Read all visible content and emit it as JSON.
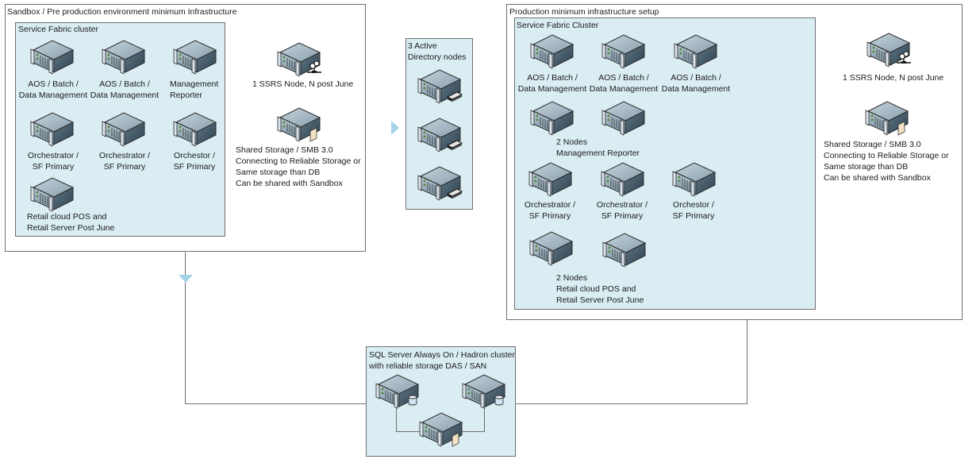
{
  "sandbox": {
    "title": "Sandbox / Pre production environment minimum Infrastructure",
    "cluster_title": "Service Fabric cluster",
    "nodes": [
      {
        "line1": "AOS / Batch /",
        "line2": "Data Management",
        "icon": "server-icon"
      },
      {
        "line1": "AOS / Batch /",
        "line2": "Data Management",
        "icon": "server-icon"
      },
      {
        "line1": "Management",
        "line2": "Reporter",
        "icon": "server-icon"
      },
      {
        "line1": "Orchestrator /",
        "line2": "SF Primary",
        "icon": "server-icon"
      },
      {
        "line1": "Orchestrator /",
        "line2": "SF Primary",
        "icon": "server-icon"
      },
      {
        "line1": "Orchestor /",
        "line2": "SF Primary",
        "icon": "server-icon"
      },
      {
        "line1": "Retail cloud POS and",
        "line2": "Retail Server Post June",
        "icon": "server-icon"
      }
    ],
    "ssrs": {
      "label": "1 SSRS Node, N post June",
      "icon": "reporting-server-icon"
    },
    "storage": {
      "icon": "storage-server-icon",
      "lines": [
        "Shared Storage / SMB 3.0",
        "Connecting to Reliable Storage or",
        "Same storage than DB",
        "Can be shared with Sandbox"
      ]
    }
  },
  "active_directory": {
    "title_line1": "3 Active",
    "title_line2": "Directory nodes",
    "nodes": [
      "directory-server-icon",
      "directory-server-icon",
      "directory-server-icon"
    ]
  },
  "production": {
    "title": "Production minimum infrastructure setup",
    "cluster_title": "Service Fabric Cluster",
    "aos_nodes": [
      {
        "line1": "AOS / Batch /",
        "line2": "Data Management"
      },
      {
        "line1": "AOS / Batch /",
        "line2": "Data Management"
      },
      {
        "line1": "AOS / Batch /",
        "line2": "Data Management"
      }
    ],
    "mr_group": {
      "line1": "2 Nodes",
      "line2": "Management Reporter"
    },
    "orchestrator_nodes": [
      {
        "line1": "Orchestrator /",
        "line2": "SF Primary"
      },
      {
        "line1": "Orchestrator /",
        "line2": "SF Primary"
      },
      {
        "line1": "Orchestor /",
        "line2": "SF Primary"
      }
    ],
    "retail_group": {
      "line1": "2 Nodes",
      "line2": "Retail cloud POS and",
      "line3": "Retail Server Post June"
    },
    "ssrs": {
      "label": "1 SSRS Node, N post June"
    },
    "storage": {
      "lines": [
        "Shared Storage / SMB 3.0",
        "Connecting to Reliable Storage or",
        "Same storage than DB",
        "Can be shared with Sandbox"
      ]
    }
  },
  "sql_cluster": {
    "title_line1": "SQL Server Always On / Hadron cluster",
    "title_line2": "with reliable storage DAS / SAN",
    "nodes": [
      "database-server-icon",
      "database-server-icon",
      "storage-server-icon"
    ]
  },
  "colors": {
    "cluster_fill": "#daedf3",
    "border": "#6f6f6f",
    "arrow": "#a6d3e8"
  }
}
